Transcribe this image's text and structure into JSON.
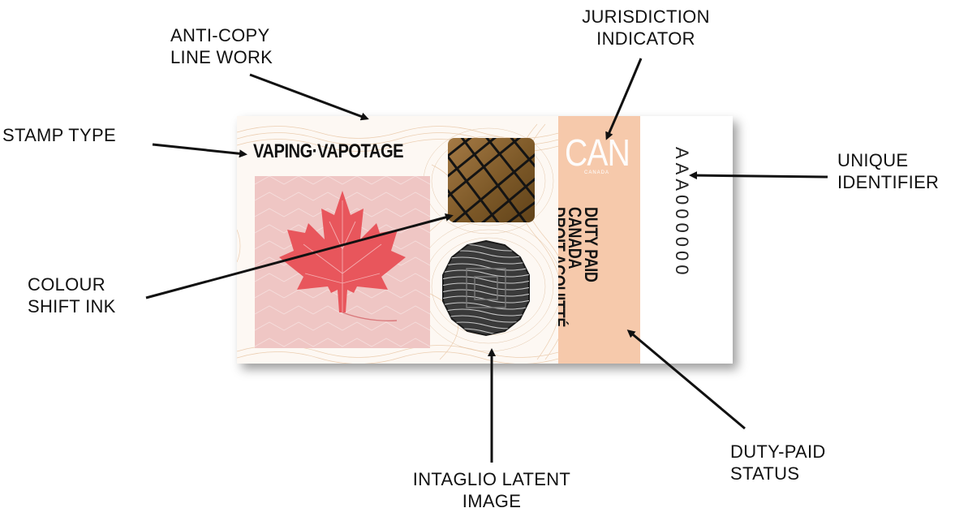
{
  "callouts": {
    "stamp_type": [
      "STAMP TYPE"
    ],
    "anti_copy": [
      "ANTI-COPY",
      "LINE WORK"
    ],
    "jurisdiction": [
      "JURISDICTION",
      "INDICATOR"
    ],
    "unique_id": [
      "UNIQUE",
      "IDENTIFIER"
    ],
    "colour_shift": [
      "COLOUR",
      "SHIFT INK"
    ],
    "intaglio": [
      "INTAGLIO LATENT",
      "IMAGE"
    ],
    "duty_paid": [
      "DUTY-PAID",
      "STATUS"
    ]
  },
  "stamp": {
    "type_label": "VAPING·VAPOTAGE",
    "jurisdiction_code": "CAN",
    "jurisdiction_sub": "CANADA",
    "duty_lines": [
      "DUTY PAID",
      "CANADA",
      "DROIT ACQUITTÉ"
    ],
    "unique_id": "AAA000000"
  },
  "colors": {
    "leaf": "#e8565c",
    "leaf_panel": "#efc6c4",
    "jurisdiction_band": "#f6c9ab",
    "shift_ink": "#8a6232",
    "arrow": "#111111"
  },
  "icons": {
    "leaf": "maple-leaf-icon",
    "intaglio": "intaglio-seal-icon"
  }
}
